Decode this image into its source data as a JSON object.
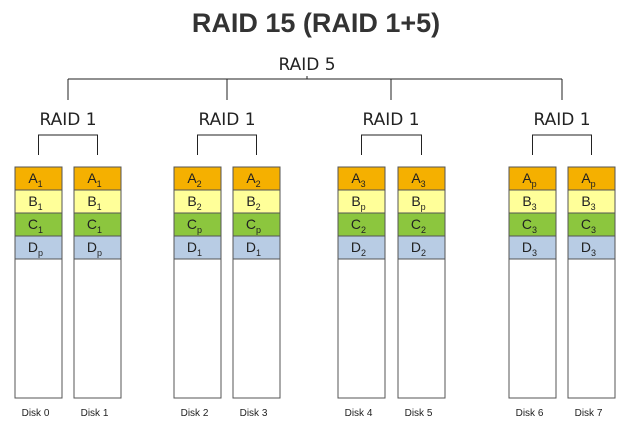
{
  "title": "RAID 15 (RAID 1+5)",
  "top_level_label": "RAID 5",
  "colors": {
    "A": "#f5b000",
    "B": "#ffff99",
    "C": "#8cc63e",
    "D": "#b8cce4",
    "line": "#222222",
    "disk_border": "#555555"
  },
  "mirrors": [
    {
      "label": "RAID 1",
      "disks": [
        "Disk 0",
        "Disk 1"
      ],
      "blocks": [
        [
          "A",
          "1"
        ],
        [
          "B",
          "1"
        ],
        [
          "C",
          "1"
        ],
        [
          "D",
          "p"
        ]
      ]
    },
    {
      "label": "RAID 1",
      "disks": [
        "Disk 2",
        "Disk 3"
      ],
      "blocks": [
        [
          "A",
          "2"
        ],
        [
          "B",
          "2"
        ],
        [
          "C",
          "p"
        ],
        [
          "D",
          "1"
        ]
      ]
    },
    {
      "label": "RAID 1",
      "disks": [
        "Disk 4",
        "Disk 5"
      ],
      "blocks": [
        [
          "A",
          "3"
        ],
        [
          "B",
          "p"
        ],
        [
          "C",
          "2"
        ],
        [
          "D",
          "2"
        ]
      ]
    },
    {
      "label": "RAID 1",
      "disks": [
        "Disk 6",
        "Disk 7"
      ],
      "blocks": [
        [
          "A",
          "p"
        ],
        [
          "B",
          "3"
        ],
        [
          "C",
          "3"
        ],
        [
          "D",
          "3"
        ]
      ]
    }
  ]
}
